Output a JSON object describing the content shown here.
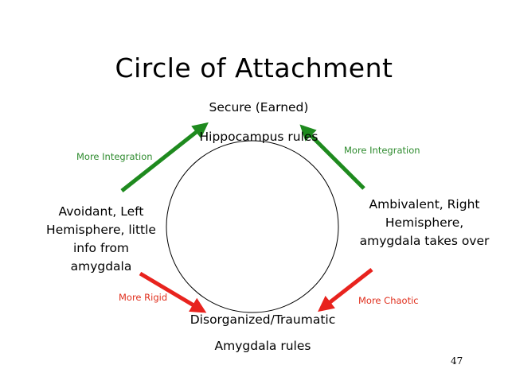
{
  "title": "Circle of Attachment",
  "top": {
    "line1": "Secure (Earned)",
    "line2": "Hippocampus rules"
  },
  "left": {
    "label": "Avoidant, Left Hemisphere, little info from amygdala"
  },
  "right": {
    "label": "Ambivalent, Right Hemisphere, amygdala takes over"
  },
  "bottom": {
    "line1": "Disorganized/Traumatic",
    "line2": "Amygdala rules"
  },
  "arrows": {
    "top_left": "More Integration",
    "top_right": "More Integration",
    "bottom_left": "More Rigid",
    "bottom_right": "More Chaotic"
  },
  "colors": {
    "integration": "#1e8a1e",
    "rigid_chaotic": "#e8231e"
  },
  "page_number": "47"
}
